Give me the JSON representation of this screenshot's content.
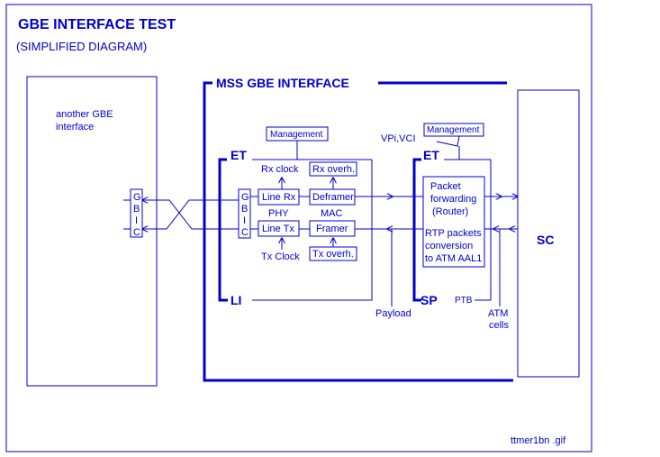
{
  "title": "GBE INTERFACE TEST",
  "subtitle": "(SIMPLIFIED DIAGRAM)",
  "mss_label": "MSS GBE INTERFACE",
  "another_label_1": "another GBE",
  "another_label_2": "interface",
  "gbic": [
    "G",
    "B",
    "I",
    "C"
  ],
  "et_left": {
    "et": "ET",
    "li": "LI",
    "management": "Management",
    "rx_clock": "Rx clock",
    "rx_overh": "Rx overh.",
    "line_rx": "Line Rx",
    "deframer": "Deframer",
    "phy": "PHY",
    "mac": "MAC",
    "line_tx": "Line Tx",
    "framer": "Framer",
    "tx_clock": "Tx Clock",
    "tx_overh": "Tx overh."
  },
  "et_right": {
    "et": "ET",
    "sp": "SP",
    "ptb": "PTB",
    "management": "Management",
    "vpi_vci": "VPi,VCI",
    "packet_1": "Packet",
    "packet_2": "forwarding",
    "packet_3": "(Router)",
    "rtp_1": "RTP packets",
    "rtp_2": "conversion",
    "rtp_3": "to ATM AAL1"
  },
  "payload": "Payload",
  "atm_1": "ATM",
  "atm_2": "cells",
  "sc": "SC",
  "filename": "ttmer1bn .gif",
  "colors": {
    "ink": "#0000cc",
    "background": "#ffffff"
  }
}
